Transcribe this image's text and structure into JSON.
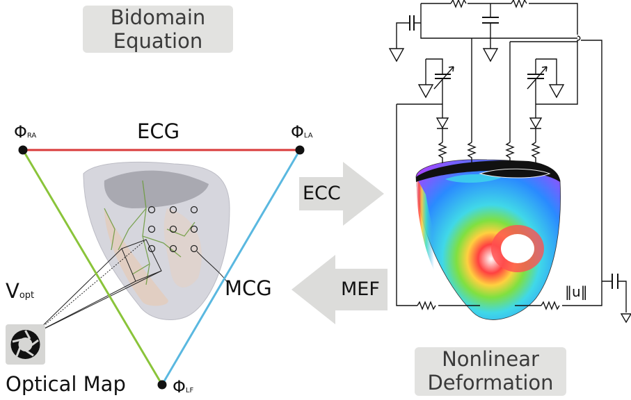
{
  "labels": {
    "bidomain_line1": "Bidomain",
    "bidomain_line2": "Equation",
    "nonlinear_line1": "Nonlinear",
    "nonlinear_line2": "Deformation",
    "ecg": "ECG",
    "mcg": "MCG",
    "ecc": "ECC",
    "mef": "MEF",
    "optical_map": "Optical Map",
    "vopt_main": "V",
    "vopt_sub": "opt",
    "phi": "Φ",
    "phi_ra_sub": "RA",
    "phi_la_sub": "LA",
    "phi_lf_sub": "LF",
    "norm_u": "‖u‖"
  },
  "colors": {
    "ra_la_line": "#d93a3a",
    "ra_lf_line": "#8ac43a",
    "la_lf_line": "#5ab8e0",
    "box_fill": "#e2e2e0",
    "arrow_fill": "#dcdcda"
  },
  "icons": [
    "camera-aperture-icon",
    "variable-capacitor-icon",
    "diode-icon",
    "resistor-icon",
    "ground-icon"
  ]
}
